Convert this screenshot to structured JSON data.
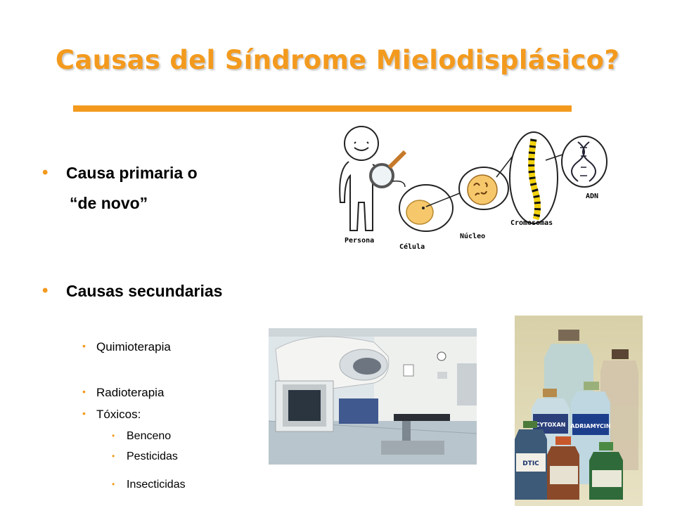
{
  "slide": {
    "title": "Causas  del Síndrome Mielodisplásico?",
    "bullets_level1": [
      {
        "line1": "Causa primaria o",
        "line2": "“de novo”"
      },
      {
        "line1": "Causas secundarias"
      }
    ],
    "bullets_level2": [
      "Quimioterapia",
      "Radioterapia",
      "Tóxicos:"
    ],
    "bullets_level3": [
      "Benceno",
      "Pesticidas",
      "Insecticidas"
    ]
  },
  "illustration": {
    "labels": [
      "Persona",
      "Célula",
      "Núcleo",
      "Cromosomas",
      "ADN"
    ]
  },
  "drug_labels": [
    "ADRIAMYCIN",
    "CYTOXAN",
    "DTIC"
  ],
  "colors": {
    "accent": "#f39a1e",
    "text": "#000000",
    "title_shadow": "#c9c9c9"
  }
}
